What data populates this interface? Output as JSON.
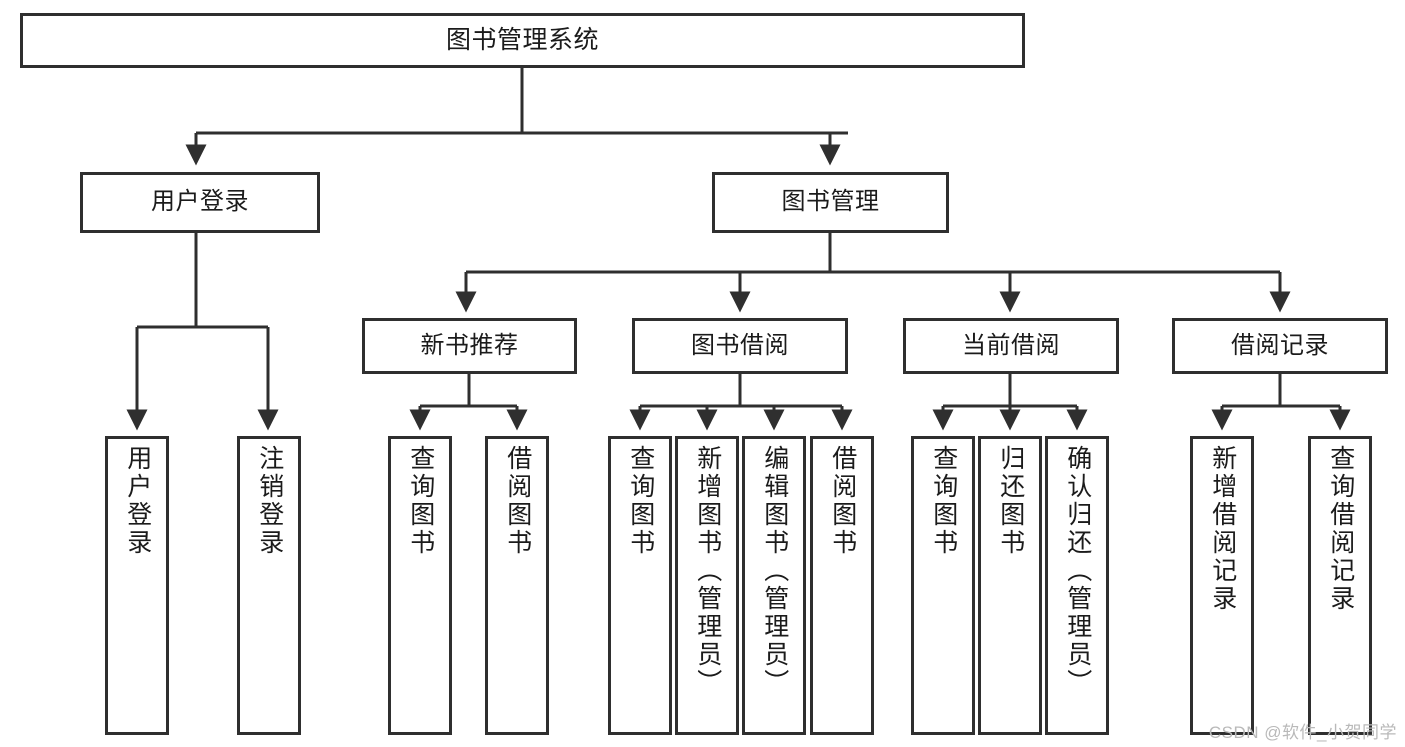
{
  "diagram": {
    "title": "图书管理系统",
    "type": "tree-hierarchy-chart",
    "watermark": "CSDN @软件_小贺同学",
    "colors": {
      "stroke": "#2f2f2f",
      "fill": "#ffffff",
      "text": "#1b1b1b",
      "watermark": "#b9b9b9"
    },
    "nodes": {
      "root": {
        "label": "图书管理系统"
      },
      "level1": [
        {
          "id": "user-login",
          "label": "用户登录"
        },
        {
          "id": "book-manage",
          "label": "图书管理"
        }
      ],
      "level2": [
        {
          "id": "new-book-rec",
          "label": "新书推荐"
        },
        {
          "id": "book-borrow",
          "label": "图书借阅"
        },
        {
          "id": "current-borrow",
          "label": "当前借阅"
        },
        {
          "id": "borrow-record",
          "label": "借阅记录"
        }
      ],
      "leaves": {
        "user-login": [
          {
            "id": "leaf-user-login",
            "label": "用户登录"
          },
          {
            "id": "leaf-logout",
            "label": "注销登录"
          }
        ],
        "new-book-rec": [
          {
            "id": "leaf-query-book-1",
            "label": "查询图书"
          },
          {
            "id": "leaf-borrow-book-1",
            "label": "借阅图书"
          }
        ],
        "book-borrow": [
          {
            "id": "leaf-query-book-2",
            "label": "查询图书"
          },
          {
            "id": "leaf-add-book",
            "label": "新增图书（管理员）"
          },
          {
            "id": "leaf-edit-book",
            "label": "编辑图书（管理员）"
          },
          {
            "id": "leaf-borrow-book-2",
            "label": "借阅图书"
          }
        ],
        "current-borrow": [
          {
            "id": "leaf-query-book-3",
            "label": "查询图书"
          },
          {
            "id": "leaf-return-book",
            "label": "归还图书"
          },
          {
            "id": "leaf-confirm-return",
            "label": "确认归还（管理员）"
          }
        ],
        "borrow-record": [
          {
            "id": "leaf-add-record",
            "label": "新增借阅记录"
          },
          {
            "id": "leaf-query-record",
            "label": "查询借阅记录"
          }
        ]
      }
    }
  }
}
